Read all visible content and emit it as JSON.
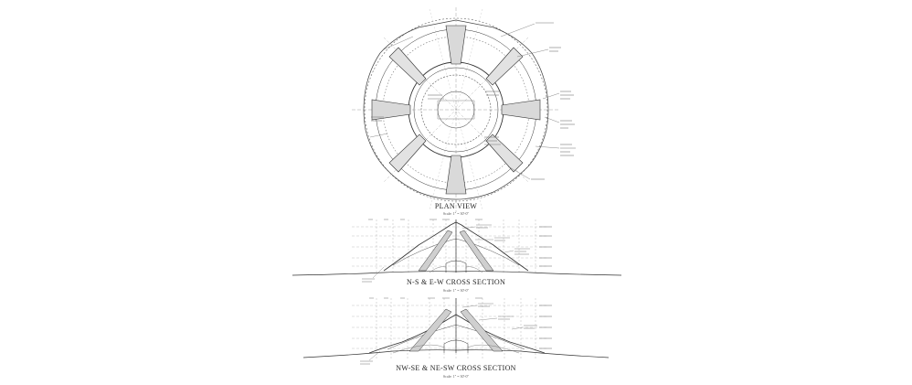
{
  "drawing": {
    "plan_title": "PLAN VIEW",
    "plan_scale": "Scale: 1\" = 30'-0\"",
    "section1_title": "N-S & E-W CROSS SECTION",
    "section1_scale": "Scale: 1\" = 30'-0\"",
    "section2_title": "NW-SE & NE-SW CROSS SECTION",
    "section2_scale": "Scale: 1\" = 30'-0\""
  },
  "colors": {
    "line": "#333333",
    "light": "#8a8a8a",
    "hatch": "#555555"
  }
}
